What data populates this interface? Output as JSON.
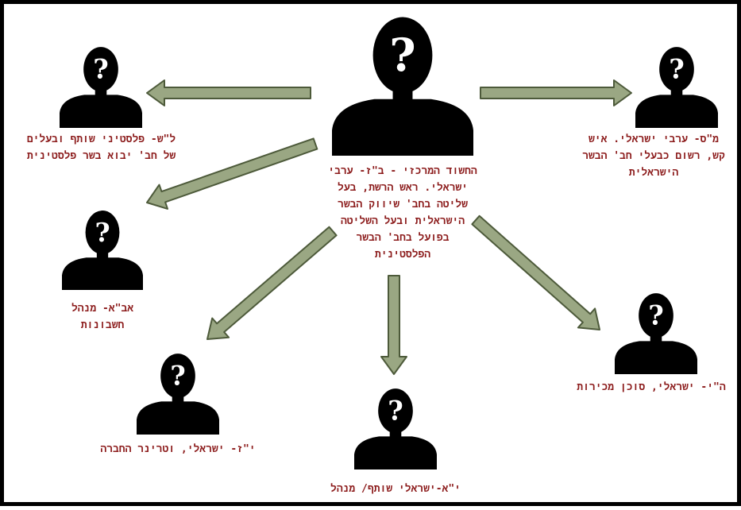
{
  "colors": {
    "arrow_fill": "#9aa783",
    "arrow_stroke": "#4d5a3a",
    "silhouette": "#000000",
    "question_mark": "#ffffff",
    "caption_text": "#8b1a1a"
  },
  "question_glyph": "?",
  "nodes": {
    "central": {
      "icon": "person-silhouette-question-icon",
      "caption_lines": [
        "החשוד המרכזי - ב\"ז- ערבי",
        "ישראלי. ראש הרשת, בעל",
        "שליטה בחב' שיווק הבשר",
        "הישראלית ובעל השליטה",
        "בפועל בחב' הבשר",
        "הפלסטינית"
      ]
    },
    "ls": {
      "icon": "person-silhouette-question-icon",
      "caption_lines": [
        "ל\"ש- פלסטיני שותף ובעלים",
        "של חב' יבוא בשר פלסטינית"
      ]
    },
    "ms": {
      "icon": "person-silhouette-question-icon",
      "caption_lines": [
        "מ\"ס- ערבי ישראלי. איש",
        "קש, רשום כבעלי חב' הבשר",
        "הישראלית"
      ]
    },
    "aba": {
      "icon": "person-silhouette-question-icon",
      "caption_lines": [
        "אב\"א- מנהל",
        "חשבונות"
      ]
    },
    "yz": {
      "icon": "person-silhouette-question-icon",
      "caption_lines": [
        "י\"ז- ישראלי, וטרינר החברה"
      ]
    },
    "ya": {
      "icon": "person-silhouette-question-icon",
      "caption_lines": [
        "י\"א-ישראלי שותף/ מנהל"
      ]
    },
    "hy": {
      "icon": "person-silhouette-question-icon",
      "caption_lines": [
        "ה\"י- ישראלי, סוכן מכירות"
      ]
    }
  },
  "edges": [
    {
      "from": "central",
      "to": "ls"
    },
    {
      "from": "central",
      "to": "ms"
    },
    {
      "from": "central",
      "to": "aba"
    },
    {
      "from": "central",
      "to": "yz"
    },
    {
      "from": "central",
      "to": "ya"
    },
    {
      "from": "central",
      "to": "hy"
    }
  ]
}
